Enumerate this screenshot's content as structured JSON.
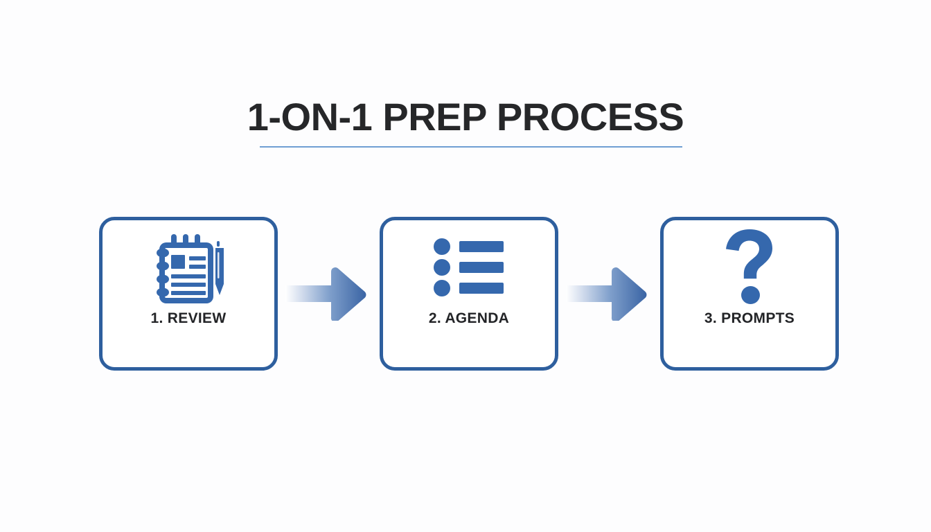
{
  "page": {
    "background_color": "#fdfdfe",
    "accent_blue": "#2e5f9e",
    "icon_blue": "#3568ad",
    "rule_blue": "#6f9ed3",
    "text_dark": "#262729"
  },
  "header": {
    "title": "1-ON-1 PREP PROCESS",
    "underline": true
  },
  "flow": {
    "steps": [
      {
        "label": "1. REVIEW",
        "icon": "notepad-pen-icon"
      },
      {
        "label": "2. AGENDA",
        "icon": "bulleted-list-icon"
      },
      {
        "label": "3. PROMPTS",
        "icon": "question-mark-icon"
      }
    ],
    "connectors": [
      {
        "icon": "arrow-right-icon"
      },
      {
        "icon": "arrow-right-icon"
      }
    ]
  }
}
